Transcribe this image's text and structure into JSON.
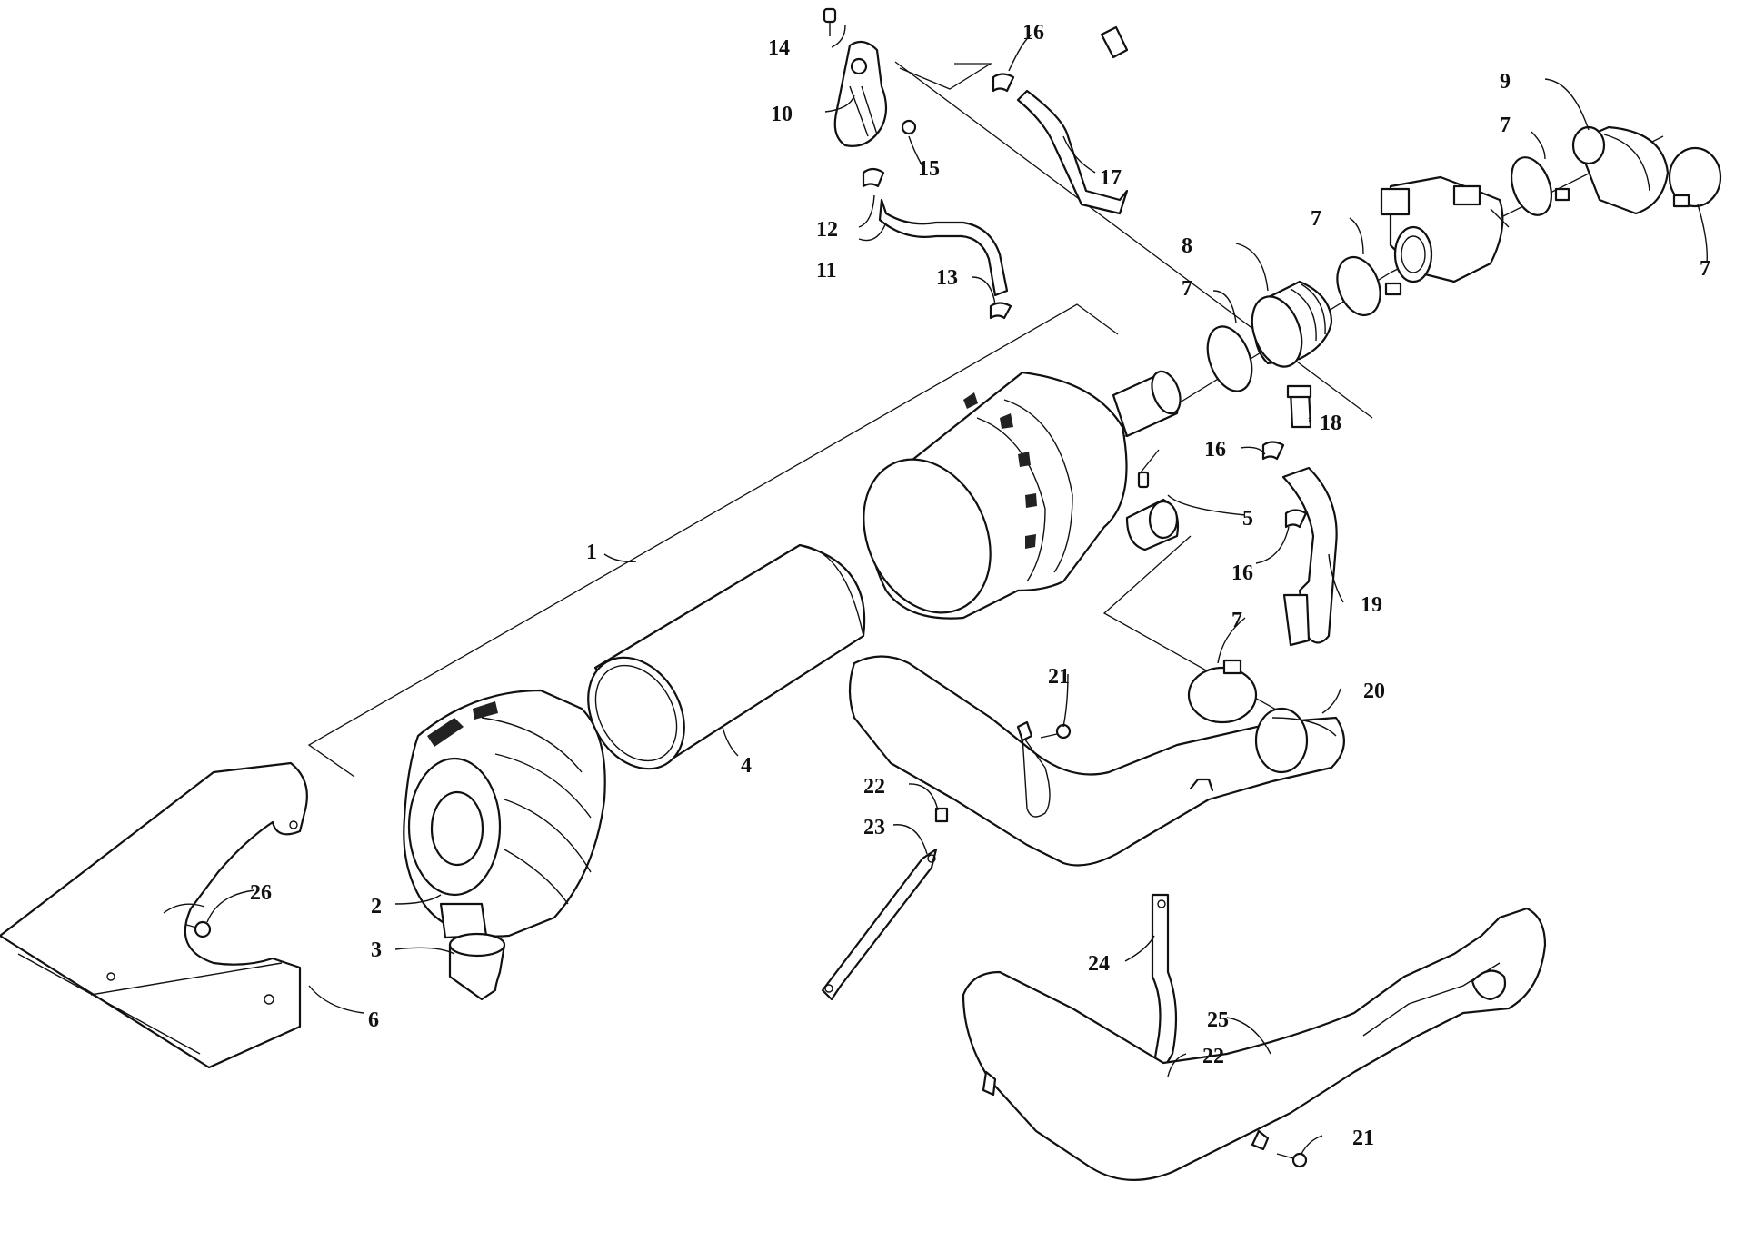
{
  "callouts": {
    "c1": "1",
    "c2": "2",
    "c3": "3",
    "c4": "4",
    "c5": "5",
    "c6": "6",
    "c7a": "7",
    "c7b": "7",
    "c7c": "7",
    "c7d": "7",
    "c7e": "7",
    "c8": "8",
    "c9": "9",
    "c10": "10",
    "c11": "11",
    "c12": "12",
    "c13": "13",
    "c14": "14",
    "c15": "15",
    "c16a": "16",
    "c16b": "16",
    "c16c": "16",
    "c17": "17",
    "c18": "18",
    "c19": "19",
    "c20": "20",
    "c21a": "21",
    "c21b": "21",
    "c22a": "22",
    "c22b": "22",
    "c23": "23",
    "c24": "24",
    "c25": "25",
    "c26": "26"
  }
}
